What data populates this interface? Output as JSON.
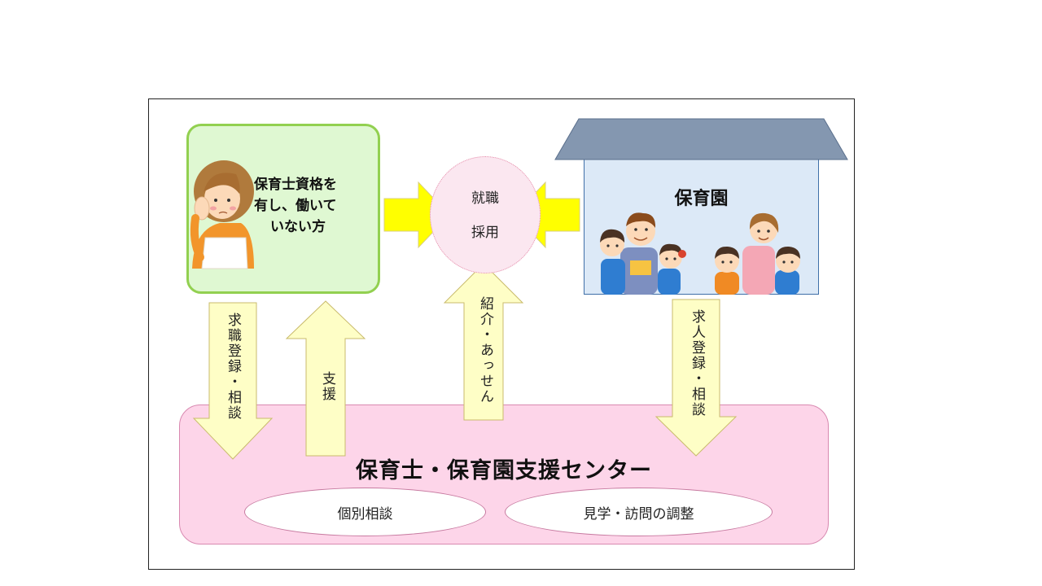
{
  "person": {
    "line1": "保育士資格を",
    "line2": "有し、働いて",
    "line3": "いない方"
  },
  "outcome": {
    "line1": "就職",
    "line2": "採用"
  },
  "nursery": {
    "title": "保育園"
  },
  "arrows": {
    "job_seek": "求職登録・相談",
    "support": "支援",
    "referral": "紹介・あっせん",
    "job_offer": "求人登録・相談"
  },
  "center": {
    "title": "保育士・保育園支援センター",
    "service1": "個別相談",
    "service2": "見学・訪問の調整"
  },
  "colors": {
    "arrow_fill": "#fefec6",
    "big_arrow_fill": "#ffff00",
    "person_box": "#dff8d2",
    "center_box": "#fdd5e9",
    "roof": "#8497b0",
    "house": "#dce9f7"
  }
}
